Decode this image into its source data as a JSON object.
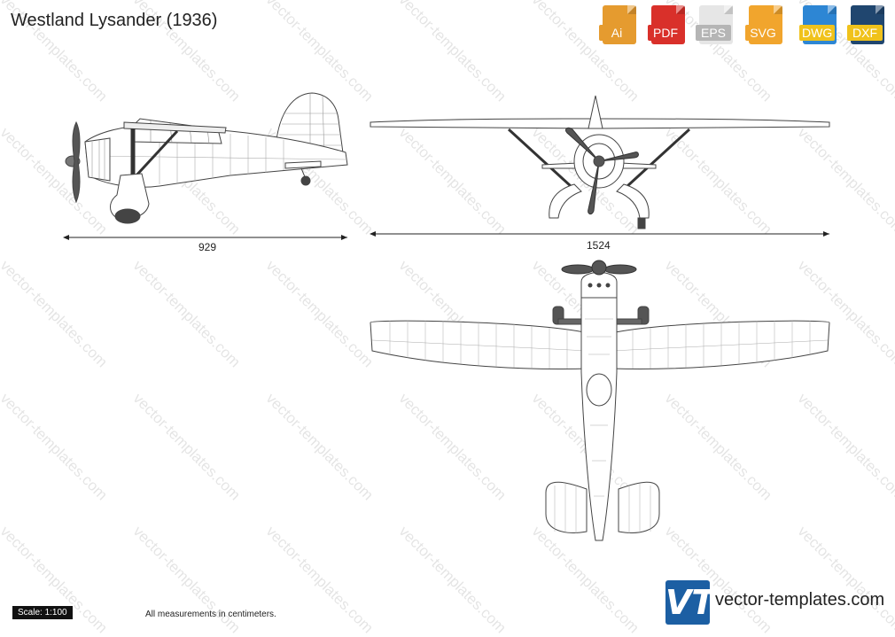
{
  "title": "Westland Lysander (1936)",
  "formats": [
    {
      "label": "Ai",
      "color": "#e59b2f",
      "icon": "ai-file-icon"
    },
    {
      "label": "PDF",
      "color": "#d9302a",
      "icon": "pdf-file-icon"
    },
    {
      "label": "EPS",
      "color": "#e6e6e6",
      "tag_color": "#b5b5b5",
      "icon": "eps-file-icon"
    },
    {
      "label": "SVG",
      "color": "#f1a52d",
      "icon": "svg-file-icon"
    },
    {
      "label": "DWG",
      "color": "#2d86d4",
      "tag_color": "#f0c21b",
      "icon": "dwg-file-icon"
    },
    {
      "label": "DXF",
      "color": "#20466f",
      "tag_color": "#f0c21b",
      "icon": "dxf-file-icon"
    }
  ],
  "dimensions": {
    "length": "929",
    "wingspan": "1524"
  },
  "scale": "Scale: 1:100",
  "note": "All measurements in centimeters.",
  "brand": {
    "logo": "VT",
    "name": "vector-templates.com",
    "color": "#1c5fa3"
  },
  "watermark": "vector-templates.com"
}
